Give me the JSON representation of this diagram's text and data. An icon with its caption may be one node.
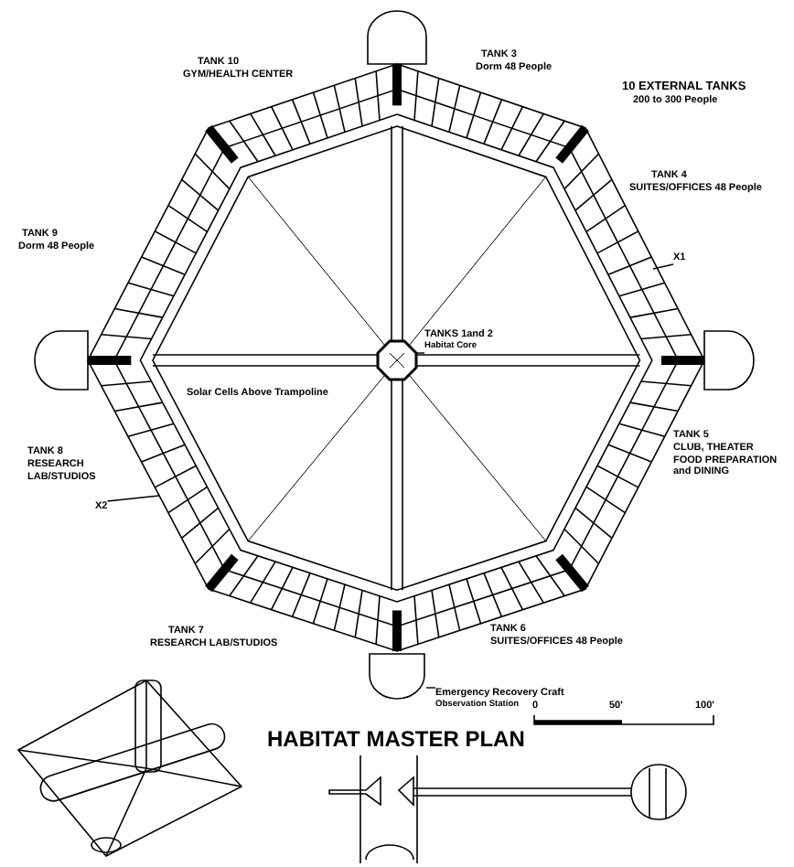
{
  "diagram": {
    "title": "HABITAT MASTER PLAN",
    "nodes": [
      {
        "text": [
          "X1"
        ]
      },
      {
        "text": [
          "TANKS 1and 2",
          "Habitat Core"
        ]
      },
      {
        "text": [],
        "shape": "octagon"
      },
      {
        "text": [
          "X2"
        ]
      },
      {
        "text": [
          "Emergency Recovery Craft",
          "Observation Station"
        ]
      },
      {
        "text": [],
        "shape": "dome"
      }
    ],
    "edges": [
      {
        "from": 0,
        "to": null,
        "arrow": "none"
      },
      {
        "from": 1,
        "to": 2,
        "arrow": "none"
      },
      {
        "from": 3,
        "to": null,
        "arrow": "none"
      },
      {
        "from": 4,
        "to": 5,
        "arrow": "none"
      }
    ],
    "labels": [
      "TANK 3",
      "Dorm 48 People",
      "TANK 10",
      "GYM/HEALTH CENTER",
      "10 EXTERNAL TANKS",
      "200 to 300 People",
      "TANK 4",
      "SUITES/OFFICES 48 People",
      "TANK 9",
      "Dorm 48 People",
      "Solar Cells Above Trampoline",
      "TANK 5",
      "CLUB, THEATER FOOD PREPARATION and DINING",
      "TANK 8",
      "RESEARCH LAB/STUDIOS",
      "TANK 6",
      "SUITES/OFFICES 48 People",
      "TANK 7",
      "RESEARCH LAB/STUDIOS",
      "0",
      "50'",
      "100'"
    ]
  }
}
